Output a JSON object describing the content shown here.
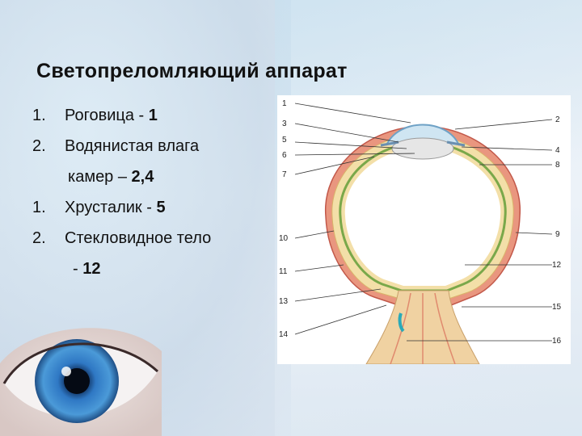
{
  "slide": {
    "title": "Светопреломляющий аппарат",
    "items": [
      {
        "num": "1.",
        "text": "Роговица - ",
        "bold": "1"
      },
      {
        "num": "2.",
        "text": "Водянистая влага",
        "bold": ""
      },
      {
        "num": "",
        "text": " камер – ",
        "bold": "2,4"
      },
      {
        "num": "1.",
        "text": "Хрусталик - ",
        "bold": "5"
      },
      {
        "num": "2.",
        "text": "Стекловидное тело",
        "bold": ""
      },
      {
        "num": "",
        "text": " - ",
        "bold": "12"
      }
    ]
  },
  "diagram": {
    "labels_left": [
      "1",
      "3",
      "5",
      "6",
      "7",
      "10",
      "11",
      "13",
      "14"
    ],
    "labels_right": [
      "2",
      "4",
      "8",
      "9",
      "12",
      "15",
      "16"
    ]
  },
  "colors": {
    "sclera": "#f3dfa8",
    "muscle": "#e07a68",
    "retina": "#7aa84a",
    "cornea": "#a9cfe6"
  }
}
